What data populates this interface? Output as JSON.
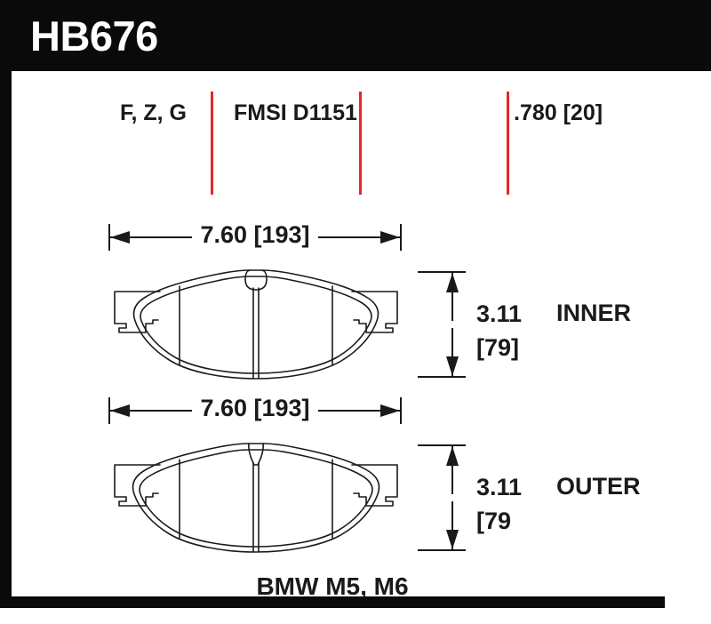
{
  "header": {
    "part_number": "HB676"
  },
  "spec_row": {
    "compound_grades": "F, Z, G",
    "fmsi_number": "FMSI D1151",
    "thickness": ".780 [20]",
    "divider_color": "#e8252c"
  },
  "pads": [
    {
      "id": "inner",
      "side_label": "INNER",
      "width_dimension": "7.60 [193]",
      "height_value": "3.11",
      "height_metric": "[79]"
    },
    {
      "id": "outer",
      "side_label": "OUTER",
      "width_dimension": "7.60 [193]",
      "height_value": "3.11",
      "height_metric": "[79"
    }
  ],
  "caption": {
    "vehicle_application": "BMW M5, M6"
  },
  "colors": {
    "ink": "#1a1a1a",
    "frame": "#0a0a0a",
    "paper": "#ffffff",
    "accent": "#e8252c"
  }
}
